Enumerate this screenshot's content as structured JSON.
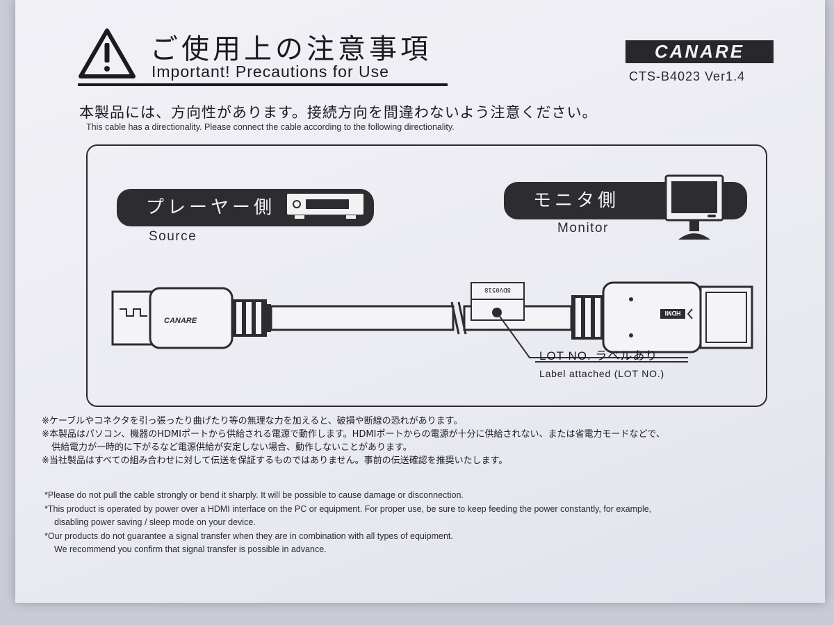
{
  "header": {
    "title_jp": "ご使用上の注意事項",
    "title_en": "Important! Precautions for Use",
    "brand": "CANARE",
    "doc_number": "CTS-B4023 Ver1.4"
  },
  "intro": {
    "jp": "本製品には、方向性があります。接続方向を間違わないよう注意ください。",
    "en": "This cable has a directionality. Please connect the cable according to the following directionality."
  },
  "diagram": {
    "source_label_jp": "プレーヤー側",
    "source_label_en": "Source",
    "monitor_label_jp": "モニタ側",
    "monitor_label_en": "Monitor",
    "lot_label_jp": "LOT NO. ラベルあり",
    "lot_label_en": "Label attached (LOT NO.)",
    "plug_brand": "CANARE",
    "plug_marking": "HDMI",
    "lot_tag_text": "8DV0518"
  },
  "notes_jp": [
    "※ケーブルやコネクタを引っ張ったり曲げたり等の無理な力を加えると、破損や断線の恐れがあります。",
    "※本製品はパソコン、機器のHDMIポートから供給される電源で動作します。HDMIポートからの電源が十分に供給されない、または省電力モードなどで、",
    "供給電力が一時的に下がるなど電源供給が安定しない場合、動作しないことがあります。",
    "※当社製品はすべての組み合わせに対して伝送を保証するものではありません。事前の伝送確認を推奨いたします。"
  ],
  "notes_en": [
    "*Please do not pull the cable strongly or bend it sharply. It will be possible to cause damage or disconnection.",
    "*This product is operated by power over a HDMI interface on the PC or equipment. For proper use, be sure to keep feeding the power constantly, for example,",
    "disabling power saving / sleep mode on your device.",
    "*Our products do not guarantee a signal transfer when they are in combination with all types of equipment.",
    "We recommend you confirm that signal transfer is possible in advance."
  ],
  "colors": {
    "ink": "#1c1c22",
    "pill": "#2c2c31",
    "paper": "#ededf3"
  }
}
